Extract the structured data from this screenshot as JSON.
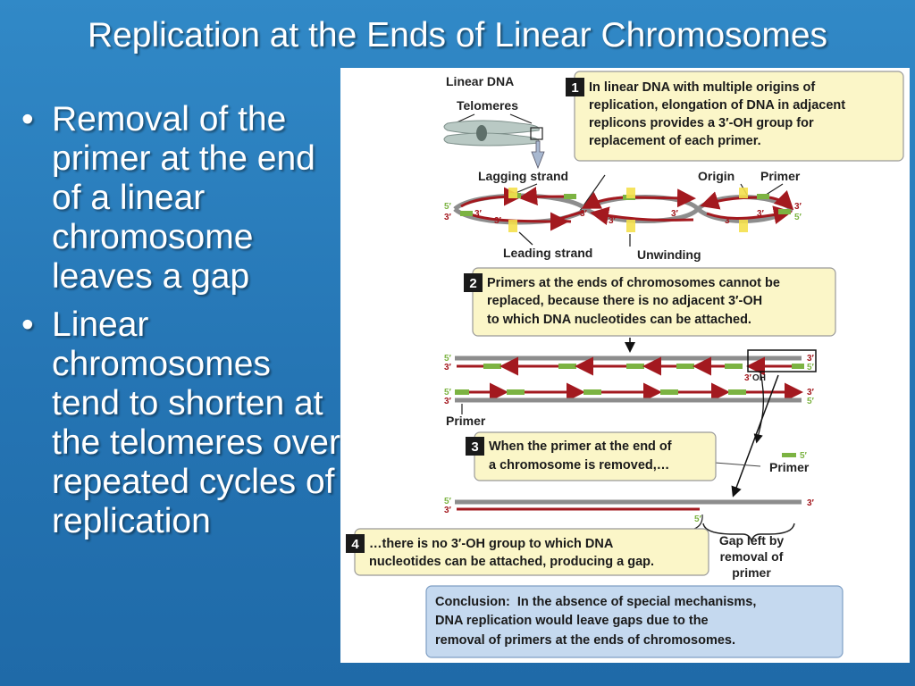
{
  "slide": {
    "title": "Replication at the Ends of Linear Chromosomes",
    "bullets": [
      "Removal of the primer at the end of a linear chromosome leaves a gap",
      "Linear chromosomes tend to shorten at the telomeres over repeated cycles of replication"
    ]
  },
  "figure": {
    "label_linear_dna": "Linear DNA",
    "label_telomeres": "Telomeres",
    "label_lagging_strand": "Lagging strand",
    "label_leading_strand": "Leading strand",
    "label_origin": "Origin",
    "label_primer": "Primer",
    "label_unwinding": "Unwinding",
    "label_primer_bottom": "Primer",
    "label_primer_side": "Primer",
    "label_oh": "OH",
    "label_gap": [
      "Gap left by",
      "removal of",
      "primer"
    ],
    "ends": {
      "five": "5′",
      "three": "3′"
    },
    "steps": [
      {
        "num": "1",
        "lines": [
          "In linear DNA with multiple origins of",
          "replication, elongation of DNA in adjacent",
          "replicons provides a 3′-OH group for",
          "replacement of each primer."
        ]
      },
      {
        "num": "2",
        "lines": [
          "Primers at the ends of chromosomes cannot be",
          "replaced, because there is no adjacent 3′-OH",
          "to which DNA nucleotides can be attached."
        ]
      },
      {
        "num": "3",
        "lines": [
          "When the primer at the end of",
          "a chromosome is removed,…"
        ]
      },
      {
        "num": "4",
        "lines": [
          "…there is no 3′-OH group to which DNA",
          "nucleotides can be attached, producing a gap."
        ]
      }
    ],
    "conclusion": {
      "heading": "Conclusion:",
      "lines": [
        "In the absence of special mechanisms,",
        "DNA replication would leave gaps due to the",
        "removal of primers at the ends of chromosomes."
      ]
    },
    "colors": {
      "strand_red": "#a3191f",
      "template_gray": "#8d8d8d",
      "primer_green": "#7cb342",
      "origin_yellow": "#f4e04d",
      "note_yellow": "#fbf6c8",
      "conclusion_blue": "#c5d9ef"
    }
  }
}
